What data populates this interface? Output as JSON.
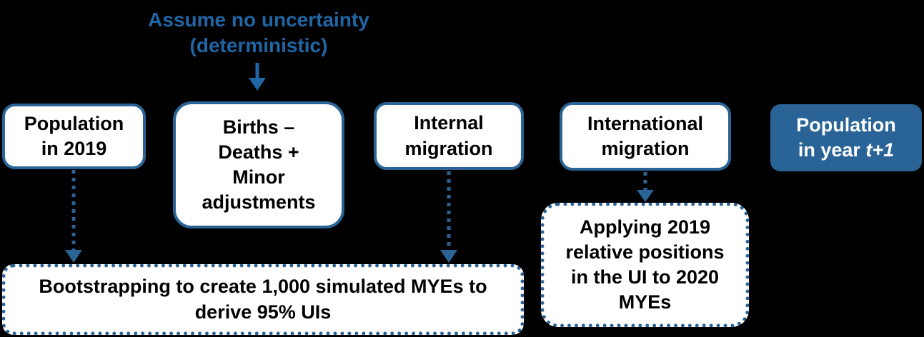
{
  "colors": {
    "background": "#000000",
    "accent_blue": "#2a6496",
    "annotation_blue": "#2066a5",
    "box_fill": "#ffffff",
    "box_text": "#000000",
    "filled_box_text": "#ffffff"
  },
  "annotation": {
    "line1": "Assume no uncertainty",
    "line2": "(deterministic)"
  },
  "nodes": {
    "population_2019": {
      "line1": "Population",
      "line2": "in 2019"
    },
    "births_deaths_adjustments": {
      "line1": "Births –",
      "line2": "Deaths +",
      "line3": "Minor",
      "line4": "adjustments"
    },
    "internal_migration": {
      "line1": "Internal",
      "line2": "migration"
    },
    "international_migration": {
      "line1": "International",
      "line2": "migration"
    },
    "population_year_t_plus_1": {
      "line1": "Population",
      "line2_prefix": "in year ",
      "line2_italic": "t+1"
    },
    "bootstrapping": {
      "line1": "Bootstrapping to create 1,000 simulated MYEs to",
      "line2": "derive 95% UIs"
    },
    "applying_2019_positions": {
      "line1": "Applying 2019",
      "line2": "relative positions",
      "line3": "in the UI to 2020",
      "line4": "MYEs"
    }
  },
  "icons": {
    "solid_arrow": "down-arrow",
    "dotted_arrow": "dotted-down-arrow"
  }
}
